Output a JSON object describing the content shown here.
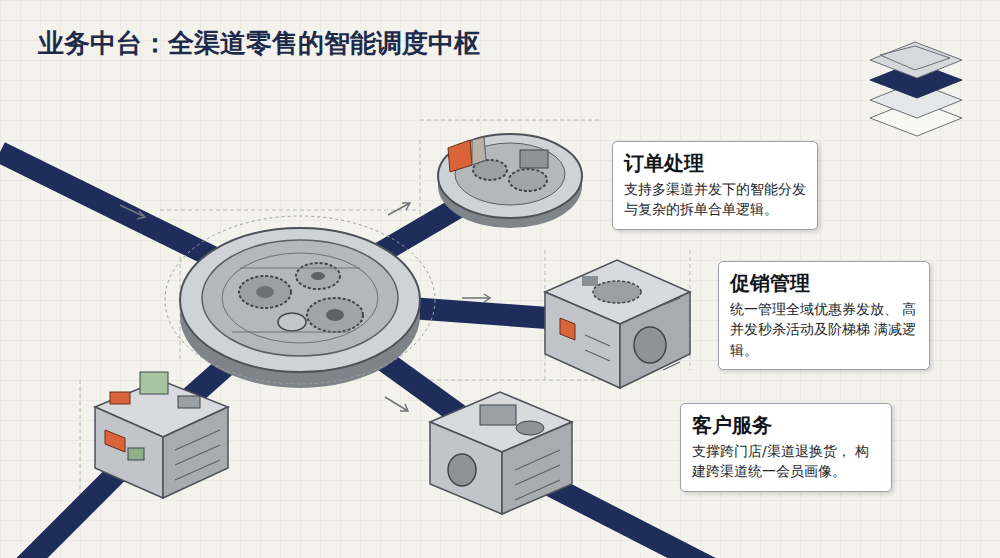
{
  "diagram": {
    "title": "业务中台：全渠道零售的智能调度中枢",
    "nodes": [
      {
        "text": [
          "订单处理",
          "支持多渠道并发下的智能分发 与复杂的拆单合单逻辑。"
        ]
      },
      {
        "text": [
          "促销管理",
          "统一管理全域优惠券发放、 高并发秒杀活动及阶梯梯 满减逻辑。"
        ]
      },
      {
        "text": [
          "客户服务",
          "支撑跨门店/渠道退换货， 构建跨渠道统一会员画像。"
        ]
      }
    ]
  }
}
